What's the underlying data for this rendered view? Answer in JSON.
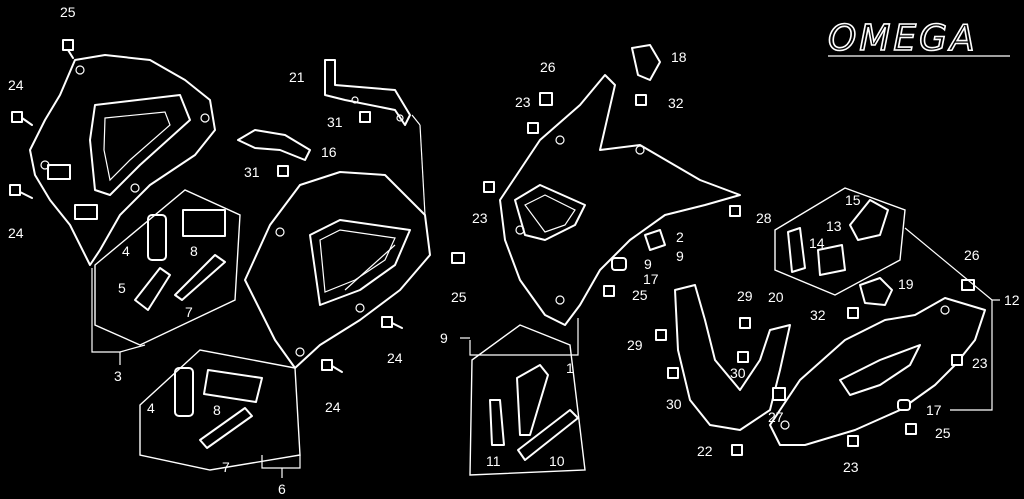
{
  "brand": {
    "logo": "OMEGA"
  },
  "callouts": [
    {
      "id": "c25a",
      "text": "25"
    },
    {
      "id": "c24a",
      "text": "24"
    },
    {
      "id": "c24b",
      "text": "24"
    },
    {
      "id": "c4a",
      "text": "4"
    },
    {
      "id": "c8a",
      "text": "8"
    },
    {
      "id": "c5",
      "text": "5"
    },
    {
      "id": "c7a",
      "text": "7"
    },
    {
      "id": "c3",
      "text": "3"
    },
    {
      "id": "c4b",
      "text": "4"
    },
    {
      "id": "c8b",
      "text": "8"
    },
    {
      "id": "c7b",
      "text": "7"
    },
    {
      "id": "c6",
      "text": "6"
    },
    {
      "id": "c21",
      "text": "21"
    },
    {
      "id": "c31a",
      "text": "31"
    },
    {
      "id": "c16",
      "text": "16"
    },
    {
      "id": "c31b",
      "text": "31"
    },
    {
      "id": "c25b",
      "text": "25"
    },
    {
      "id": "c24c",
      "text": "24"
    },
    {
      "id": "c24d",
      "text": "24"
    },
    {
      "id": "c26a",
      "text": "26"
    },
    {
      "id": "c23a",
      "text": "23"
    },
    {
      "id": "c18",
      "text": "18"
    },
    {
      "id": "c32a",
      "text": "32"
    },
    {
      "id": "c23b",
      "text": "23"
    },
    {
      "id": "c28",
      "text": "28"
    },
    {
      "id": "c2",
      "text": "2"
    },
    {
      "id": "c9a",
      "text": "9"
    },
    {
      "id": "c9b",
      "text": "9"
    },
    {
      "id": "c17a",
      "text": "17"
    },
    {
      "id": "c25c",
      "text": "25"
    },
    {
      "id": "c9c",
      "text": "9"
    },
    {
      "id": "c1",
      "text": "1"
    },
    {
      "id": "c11",
      "text": "11"
    },
    {
      "id": "c10",
      "text": "10"
    },
    {
      "id": "c29a",
      "text": "29"
    },
    {
      "id": "c29b",
      "text": "29"
    },
    {
      "id": "c20",
      "text": "20"
    },
    {
      "id": "c30a",
      "text": "30"
    },
    {
      "id": "c30b",
      "text": "30"
    },
    {
      "id": "c27",
      "text": "27"
    },
    {
      "id": "c22",
      "text": "22"
    },
    {
      "id": "c15",
      "text": "15"
    },
    {
      "id": "c13",
      "text": "13"
    },
    {
      "id": "c14",
      "text": "14"
    },
    {
      "id": "c26b",
      "text": "26"
    },
    {
      "id": "c12",
      "text": "12"
    },
    {
      "id": "c19",
      "text": "19"
    },
    {
      "id": "c32b",
      "text": "32"
    },
    {
      "id": "c23c",
      "text": "23"
    },
    {
      "id": "c17b",
      "text": "17"
    },
    {
      "id": "c25d",
      "text": "25"
    },
    {
      "id": "c23d",
      "text": "23"
    }
  ]
}
